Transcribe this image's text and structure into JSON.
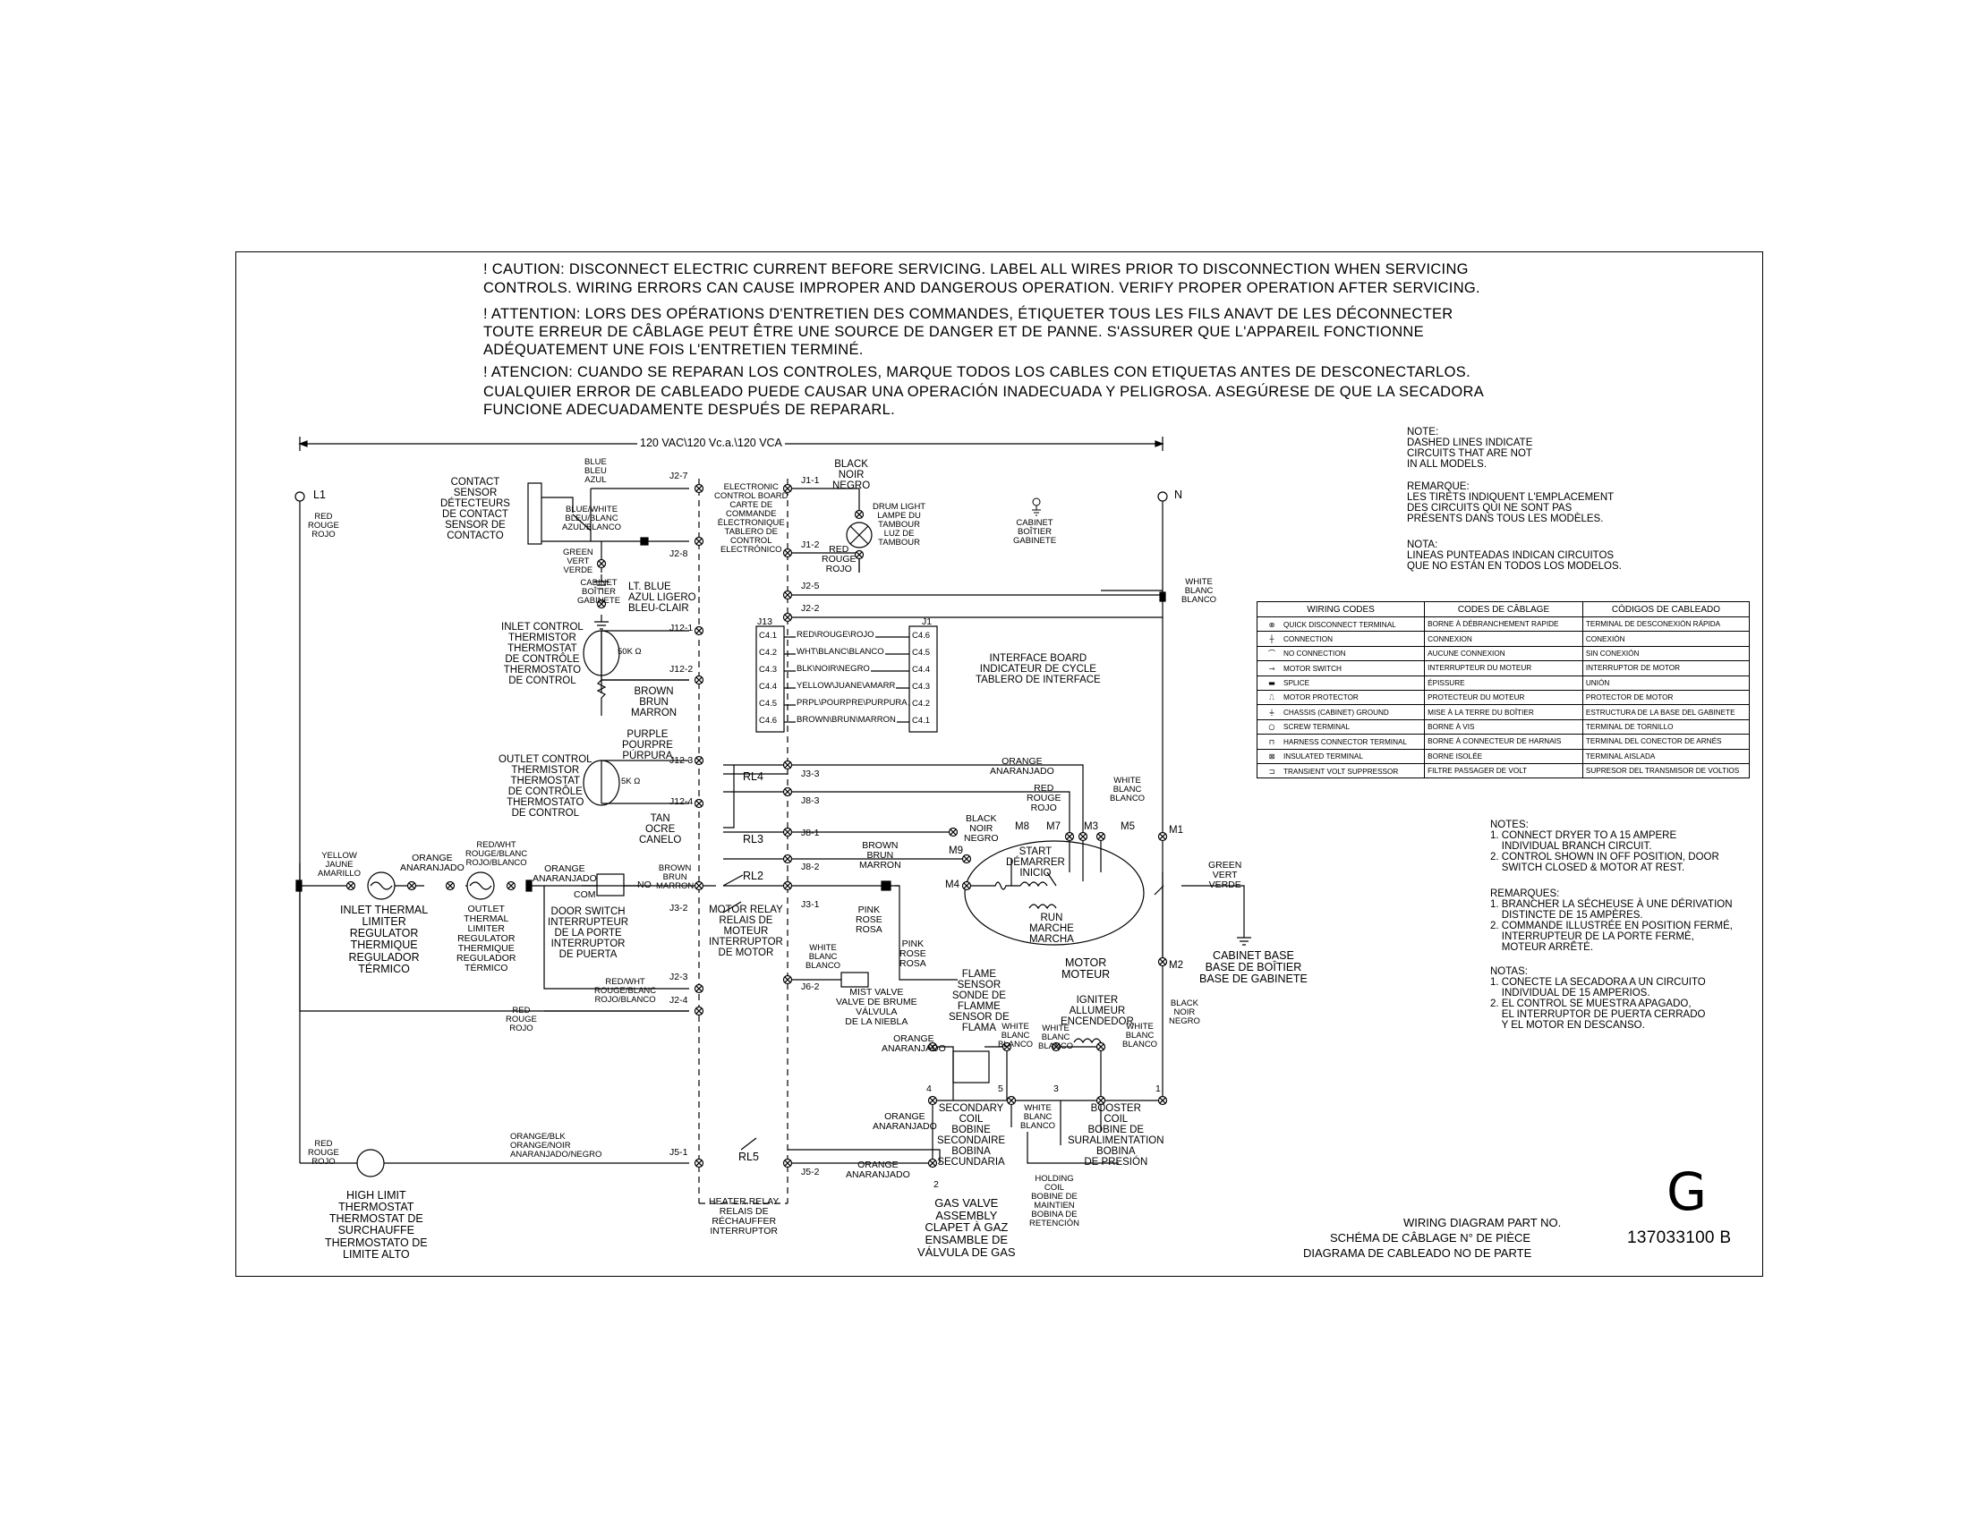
{
  "caution": {
    "en": [
      "! CAUTION: DISCONNECT ELECTRIC CURRENT BEFORE SERVICING. LABEL ALL WIRES PRIOR TO DISCONNECTION WHEN SERVICING",
      "CONTROLS. WIRING ERRORS CAN CAUSE IMPROPER AND DANGEROUS OPERATION. VERIFY PROPER OPERATION AFTER SERVICING."
    ],
    "fr": [
      "! ATTENTION: LORS DES OPÉRATIONS D'ENTRETIEN DES COMMANDES, ÉTIQUETER TOUS LES FILS ANAVT DE LES DÉCONNECTER",
      "TOUTE ERREUR DE CÂBLAGE PEUT ÊTRE UNE SOURCE DE DANGER ET DE PANNE. S'ASSURER QUE L'APPAREIL FONCTIONNE",
      "ADÉQUATEMENT UNE FOIS L'ENTRETIEN TERMINÉ."
    ],
    "es": [
      "! ATENCION: CUANDO SE REPARAN LOS CONTROLES, MARQUE TODOS LOS CABLES CON ETIQUETAS ANTES DE DESCONECTARLOS.",
      "CUALQUIER ERROR DE CABLEADO PUEDE CAUSAR UNA OPERACIÓN INADECUADA Y PELIGROSA. ASEGÚRESE DE QUE LA SECADORA",
      "FUNCIONE ADECUADAMENTE DESPUÉS DE REPARARL."
    ]
  },
  "supply": {
    "voltage": "120 VAC\\120 Vc.a.\\120 VCA",
    "l1": "L1",
    "n": "N",
    "l1_wire": "RED\nROUGE\nROJO"
  },
  "note": {
    "en": "NOTE:\nDASHED LINES INDICATE\nCIRCUITS THAT ARE NOT\nIN ALL MODELS.",
    "fr": "REMARQUE:\nLES TIRETS INDIQUENT L'EMPLACEMENT\nDES CIRCUITS QUI NE SONT PAS\nPRÉSENTS DANS TOUS LES MODÈLES.",
    "es": "NOTA:\nLINEAS PUNTEADAS INDICAN CIRCUITOS\nQUE NO ESTÁN EN TODOS LOS MODELOS."
  },
  "wiring_codes": {
    "headers": [
      "WIRING CODES",
      "CODES DE CÂBLAGE",
      "CÓDIGOS DE CABLEADO"
    ],
    "rows": [
      {
        "icon": "quick-disconnect-icon",
        "sym": "⊗",
        "en": "QUICK DISCONNECT TERMINAL",
        "fr": "BORNE À DÉBRANCHEMENT RAPIDE",
        "es": "TERMINAL DE DESCONEXIÓN RÁPIDA"
      },
      {
        "icon": "connection-icon",
        "sym": "┼",
        "en": "CONNECTION",
        "fr": "CONNEXION",
        "es": "CONEXIÓN"
      },
      {
        "icon": "no-connection-icon",
        "sym": "⌒",
        "en": "NO CONNECTION",
        "fr": "AUCUNE CONNEXION",
        "es": "SIN CONEXIÓN"
      },
      {
        "icon": "motor-switch-icon",
        "sym": "⊸",
        "en": "MOTOR SWITCH",
        "fr": "INTERRUPTEUR DU MOTEUR",
        "es": "INTERRUPTOR DE MOTOR"
      },
      {
        "icon": "splice-icon",
        "sym": "▬",
        "en": "SPLICE",
        "fr": "ÉPISSURE",
        "es": "UNIÓN"
      },
      {
        "icon": "motor-protector-icon",
        "sym": "⎍",
        "en": "MOTOR PROTECTOR",
        "fr": "PROTECTEUR DU MOTEUR",
        "es": "PROTECTOR DE MOTOR"
      },
      {
        "icon": "chassis-ground-icon",
        "sym": "⏚",
        "en": "CHASSIS (CABINET) GROUND",
        "fr": "MISE À LA TERRE DU BOÎTIER",
        "es": "ESTRUCTURA DE LA BASE DEL GABINETE"
      },
      {
        "icon": "screw-terminal-icon",
        "sym": "○",
        "en": "SCREW TERMINAL",
        "fr": "BORNE À VIS",
        "es": "TERMINAL DE TORNILLO"
      },
      {
        "icon": "harness-connector-icon",
        "sym": "⊓",
        "en": "HARNESS CONNECTOR TERMINAL",
        "fr": "BORNE À CONNECTEUR DE HARNAIS",
        "es": "TERMINAL DEL CONECTOR DE ARNÉS"
      },
      {
        "icon": "insulated-terminal-icon",
        "sym": "⊠",
        "en": "INSULATED TERMINAL",
        "fr": "BORNE ISOLÉE",
        "es": "TERMINAL AISLADA"
      },
      {
        "icon": "transient-suppressor-icon",
        "sym": "⊐",
        "en": "TRANSIENT VOLT SUPPRESSOR",
        "fr": "FILTRE PASSAGER DE VOLT",
        "es": "SUPRESOR DEL TRANSMISOR DE VOLTIOS"
      }
    ]
  },
  "notes": {
    "en": "NOTES:\n1. CONNECT DRYER TO A 15 AMPERE\n    INDIVIDUAL BRANCH CIRCUIT.\n2. CONTROL SHOWN IN OFF POSITION, DOOR\n    SWITCH CLOSED & MOTOR AT REST.",
    "fr": "REMARQUES:\n1. BRANCHER LA SÉCHEUSE À UNE DÉRIVATION\n    DISTINCTE DE 15 AMPÈRES.\n2. COMMANDE ILLUSTRÉE EN POSITION FERMÉ,\n    INTERRUPTEUR DE LA PORTE FERMÉ,\n    MOTEUR ARRÊTÉ.",
    "es": "NOTAS:\n1. CONECTE LA SECADORA A UN CIRCUITO\n    INDIVIDUAL DE 15 AMPERIOS.\n2. EL CONTROL SE MUESTRA APAGADO,\n    EL INTERRUPTOR DE PUERTA CERRADO\n    Y EL MOTOR EN DESCANSO."
  },
  "labels": {
    "contact_sensor": "CONTACT\nSENSOR\nDÉTECTEURS\nDE CONTACT\nSENSOR DE\nCONTACTO",
    "blue": "BLUE\nBLEU\nAZUL",
    "blue_white": "BLUE/WHITE\nBLEU/BLANC\nAZUL/BLANCO",
    "green_top": "GREEN\nVERT\nVERDE",
    "cabinet_left": "CABINET\nBOÎTIER\nGABINETE",
    "lt_blue": "LT. BLUE\nAZUL LIGERO\nBLEU-CLAIR",
    "inlet_thermistor": "INLET CONTROL\nTHERMISTOR\nTHERMOSTAT\nDE CONTRÔLE\nTHERMOSTATO\nDE CONTROL",
    "res_50k": "50K Ω",
    "brown_1": "BROWN\nBRUN\nMARRON",
    "purple": "PURPLE\nPOURPRE\nPÚRPURA",
    "outlet_thermistor": "OUTLET CONTROL\nTHERMISTOR\nTHERMOSTAT\nDE CONTRÔLE\nTHERMOSTATO\nDE CONTROL",
    "res_5k": "5K Ω",
    "tan": "TAN\nOCRE\nCANELO",
    "yellow": "YELLOW\nJAUNE\nAMARILLO",
    "orange_1": "ORANGE\nANARANJADO",
    "red_wht_1": "RED/WHT\nROUGE/BLANC\nROJO/BLANCO",
    "orange_2": "ORANGE\nANARANJADO",
    "brown_2": "BROWN\nBRUN\nMARRON",
    "inlet_limiter": "INLET THERMAL\nLIMITER\nREGULATOR\nTHERMIQUE\nREGULADOR\nTÉRMICO",
    "outlet_limiter": "OUTLET\nTHERMAL\nLIMITER\nREGULATOR\nTHERMIQUE\nREGULADOR\nTÉRMICO",
    "com": "COM",
    "no": "NO",
    "door_switch": "DOOR SWITCH\nINTERRUPTEUR\nDE LA PORTE\nINTERRUPTOR\nDE PUERTA",
    "red_wht_2": "RED/WHT\nROUGE/BLANC\nROJO/BLANCO",
    "red_bottom": "RED\nROUGE\nROJO",
    "ecb": "ELECTRONIC\nCONTROL BOARD\nCARTE DE\nCOMMANDE\nÉLECTRONIQUE\nTABLERO DE\nCONTROL\nELECTRÓNICO",
    "black_top": "BLACK\nNOIR\nNEGRO",
    "drum_light": "DRUM LIGHT\nLAMPE DU\nTAMBOUR\nLUZ DE\nTAMBOUR",
    "red_j12": "RED\nROUGE\nROJO",
    "cabinet_center": "CABINET\nBOÎTIER\nGABINETE",
    "white_n": "WHITE\nBLANC\nBLANCO",
    "interface_board": "INTERFACE BOARD\nINDICATEUR DE CYCLE\nTABLERO DE INTERFACE",
    "j13": "J13",
    "j1": "J1",
    "rl1": "RL4",
    "rl3": "RL3",
    "rl2": "RL2",
    "rl5": "RL5",
    "motor_relay": "MOTOR RELAY\nRELAIS DE\nMOTEUR\nINTERRUPTOR\nDE MOTOR",
    "heater_relay": "HEATER RELAY\nRELAIS DE\nRÉCHAUFFER\nINTERRUPTOR",
    "orange_j3": "ORANGE\nANARANJADO",
    "red_j8": "RED\nROUGE\nROJO",
    "white_m5": "WHITE\nBLANC\nBLANCO",
    "black_m8": "BLACK\nNOIR\nNEGRO",
    "brown_j8": "BROWN\nBRUN\nMARRON",
    "pink_1": "PINK\nROSE\nROSA",
    "pink_2": "PINK\nROSE\nROSA",
    "white_j6": "WHITE\nBLANC\nBLANCO",
    "mist_valve": "MIST VALVE\nVALVE DE BRUME\nVÁLVULA\nDE LA NIEBLA",
    "start": "START\nDÉMARRER\nINICIO",
    "run": "RUN\nMARCHE\nMARCHA",
    "motor": "MOTOR\nMOTEUR",
    "green_motor": "GREEN\nVERT\nVERDE",
    "cabinet_base": "CABINET BASE\nBASE DE BOÎTIER\nBASE DE GABINETE",
    "flame_sensor": "FLAME\nSENSOR\nSONDE DE\nFLAMME\nSENSOR DE\nFLAMA",
    "white_fs": "WHITE\nBLANC\nBLANCO",
    "white_ig": "WHITE\nBLANC\nBLANCO",
    "igniter": "IGNITER\nALLUMEUR\nENCENDEDOR",
    "white_ig2": "WHITE\nBLANC\nBLANCO",
    "black_m2": "BLACK\nNOIR\nNEGRO",
    "orange_fs": "ORANGE\nANARANJADO",
    "orange_sc": "ORANGE\nANARANJADO",
    "secondary_coil": "SECONDARY\nCOIL\nBOBINE\nSECONDAIRE\nBOBINA\nSECUNDARIA",
    "white_bc": "WHITE\nBLANC\nBLANCO",
    "booster_coil": "BOOSTER\nCOIL\nBOBINE DE\nSURALIMENTATION\nBOBINA\nDE PRESIÓN",
    "orange_blk": "ORANGE/BLK\nORANGE/NOIR\nANARANJADO/NEGRO",
    "orange_j5": "ORANGE\nANARANJADO",
    "red_hl": "RED\nROUGE\nROJO",
    "high_limit": "HIGH LIMIT\nTHERMOSTAT\nTHERMOSTAT DE\nSURCHAUFFE\nTHERMOSTATO DE\nLIMITE ALTO",
    "gas_valve": "GAS VALVE\nASSEMBLY\nCLAPET À GAZ\nENSAMBLE DE\nVÁLVULA DE GAS",
    "holding_coil": "HOLDING\nCOIL\nBOBINE DE\nMAINTIEN\nBOBINA DE\nRETENCIÓN"
  },
  "connectors": {
    "J2-7": "J2-7",
    "J2-8": "J2-8",
    "J12-1": "J12-1",
    "J12-2": "J12-2",
    "J12-3": "J12-3",
    "J12-4": "J12-4",
    "J3-2": "J3-2",
    "J2-3": "J2-3",
    "J2-4": "J2-4",
    "J5-1": "J5-1",
    "J1-1": "J1-1",
    "J1-2": "J1-2",
    "J2-5": "J2-5",
    "J2-2": "J2-2",
    "J3-3": "J3-3",
    "J8-3": "J8-3",
    "J8-1": "J8-1",
    "J8-2": "J8-2",
    "J3-1": "J3-1",
    "J6-2": "J6-2",
    "J5-2": "J5-2",
    "M1": "M1",
    "M2": "M2",
    "M3": "M3",
    "M4": "M4",
    "M5": "M5",
    "M7": "M7",
    "M8": "M8",
    "M9": "M9",
    "t1": "1",
    "t2": "2",
    "t3": "3",
    "t4": "4",
    "t5": "5"
  },
  "harness": {
    "left_pins": [
      "C4.1",
      "C4.2",
      "C4.3",
      "C4.4",
      "C4.5",
      "C4.6"
    ],
    "right_pins": [
      "C4.6",
      "C4.5",
      "C4.4",
      "C4.3",
      "C4.2",
      "C4.1"
    ],
    "wires": [
      "RED\\ROUGE\\ROJO",
      "WHT\\BLANC\\BLANCO",
      "BLK\\NOIR\\NEGRO",
      "YELLOW\\JUANE\\AMARR",
      "PRPL\\POURPRE\\PURPURA",
      "BROWN\\BRUN\\MARRON"
    ]
  },
  "title_block": {
    "en": "WIRING DIAGRAM PART NO.",
    "fr": "SCHÉMA DE CÂBLAGE N° DE PIÈCE",
    "es": "DIAGRAMA DE CABLEADO NO DE PARTE",
    "part_no": "137033100 B",
    "revision": "G"
  }
}
